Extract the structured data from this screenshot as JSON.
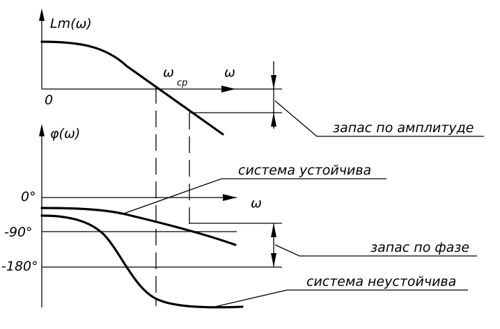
{
  "lm_plot": {
    "y_axis_label": "Lm(ω)",
    "x_axis_label": "ω",
    "origin_label": "0",
    "crossover_symbol": "ω",
    "crossover_subscript": "ср"
  },
  "phase_plot": {
    "y_axis_label": "φ(ω)",
    "x_axis_label": "ω",
    "tick_0": "0°",
    "tick_minus90": "-90°",
    "tick_minus180": "-180°"
  },
  "annotations": {
    "gain_margin": "запас по амплитуде",
    "stable_system": "система устойчива",
    "phase_margin": "запас по фазе",
    "unstable_system": "система неустойчива"
  }
}
